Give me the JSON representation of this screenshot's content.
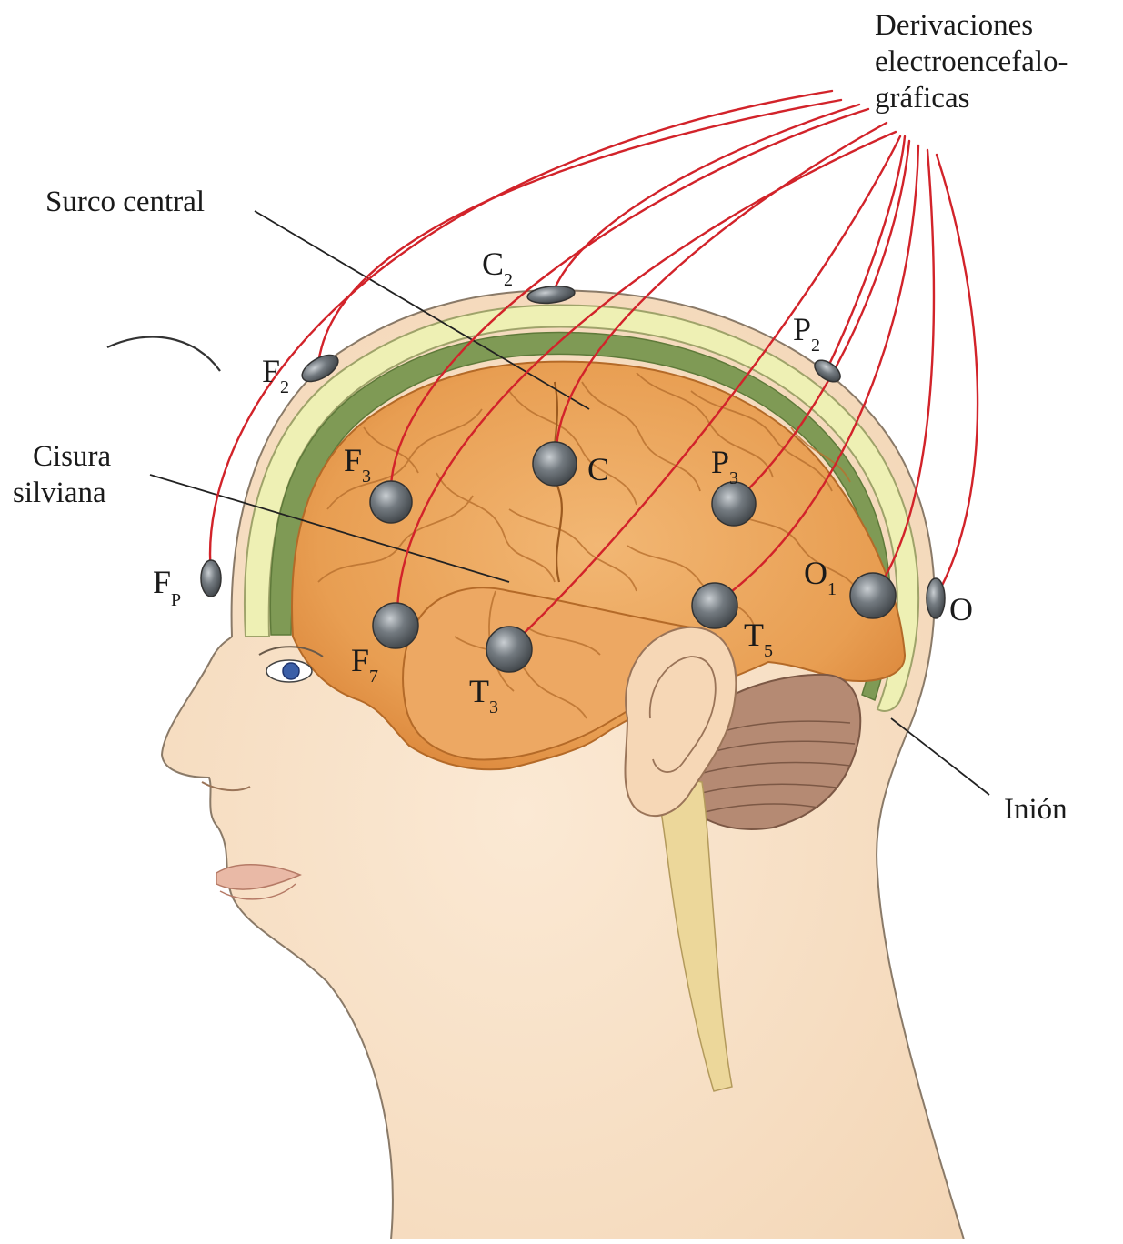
{
  "labels": {
    "derivaciones": [
      "Derivaciones",
      "electroencefalo-",
      "gráficas"
    ],
    "surco_central": "Surco central",
    "cisura_silviana": [
      "Cisura",
      "silviana"
    ],
    "inion": "Inión"
  },
  "electrodes": [
    {
      "id": "fp",
      "main": "F",
      "sub": "P"
    },
    {
      "id": "f2",
      "main": "F",
      "sub": "2"
    },
    {
      "id": "c2",
      "main": "C",
      "sub": "2"
    },
    {
      "id": "p2",
      "main": "P",
      "sub": "2"
    },
    {
      "id": "o",
      "main": "O",
      "sub": ""
    },
    {
      "id": "f3",
      "main": "F",
      "sub": "3"
    },
    {
      "id": "c",
      "main": "C",
      "sub": ""
    },
    {
      "id": "p3",
      "main": "P",
      "sub": "3"
    },
    {
      "id": "f7",
      "main": "F",
      "sub": "7"
    },
    {
      "id": "t3",
      "main": "T",
      "sub": "3"
    },
    {
      "id": "t5",
      "main": "T",
      "sub": "5"
    },
    {
      "id": "o1",
      "main": "O",
      "sub": "1"
    }
  ],
  "colors": {
    "wire": "#d2232a",
    "skin": "#f7e1c8",
    "brain": "#e9a35a",
    "brain_dark": "#d9853a",
    "skull_green": "#7f9a55",
    "skull_yellow": "#eef0b4",
    "cerebellum": "#b58a73",
    "electrode": "#6d7378"
  }
}
